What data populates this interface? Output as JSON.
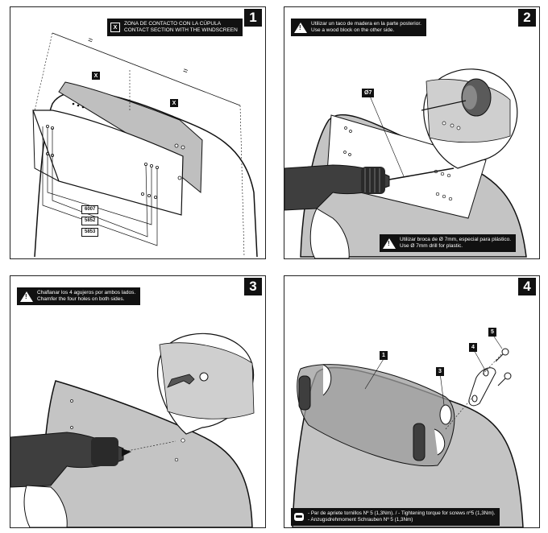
{
  "steps": {
    "s1": {
      "number": "1",
      "note": {
        "icon": "x-box",
        "line1": "ZONA DE CONTACTO CON LA CÚPULA",
        "line2": "CONTACT SECTION WITH THE WINDSCREEN"
      },
      "x_marker": "X",
      "equals": "=",
      "codes": [
        "6007",
        "5852",
        "5853"
      ]
    },
    "s2": {
      "number": "2",
      "note": {
        "icon": "warning-icon",
        "line1": "Utilizar un taco de madera en la parte posterior.",
        "line2": "Use a wood block on the other side."
      },
      "drill_label": "Ø7",
      "note2": {
        "icon": "warning-icon",
        "line1": "Utilizar broca de Ø 7mm, especial para plástico.",
        "line2": "Use Ø 7mm drill for plastic."
      }
    },
    "s3": {
      "number": "3",
      "note": {
        "icon": "warning-icon",
        "line1": "Chaflanar los 4 agujeros por ambos lados.",
        "line2": "Chamfer the four holes on both sides."
      }
    },
    "s4": {
      "number": "4",
      "parts": [
        "1",
        "3",
        "4",
        "5"
      ],
      "torque": {
        "icon": "torque-wrench-icon",
        "line1": "- Par de apriete tornillos Nº 5 (1,3Nm). / - Tightening torque for screws nº5 (1,3Nm).",
        "line2": "- Anzugsdrehmoment Schrauben Nº 5 (1,3Nm)"
      }
    }
  }
}
